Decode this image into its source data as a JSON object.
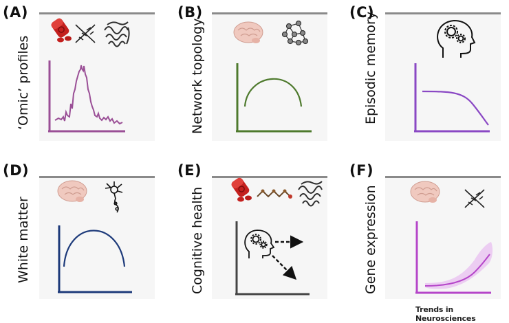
{
  "panels": [
    {
      "letter": "(A)",
      "ylabel": "‘Omic’ profiles",
      "color": "#9a4f96"
    },
    {
      "letter": "(B)",
      "ylabel": "Network topology",
      "color": "#4e7a2d"
    },
    {
      "letter": "(C)",
      "ylabel": "Episodic memory",
      "color": "#8a48c4"
    },
    {
      "letter": "(D)",
      "ylabel": "White matter",
      "color": "#1d3a7a"
    },
    {
      "letter": "(E)",
      "ylabel": "Cognitive health",
      "color": "#444444"
    },
    {
      "letter": "(F)",
      "ylabel": "Gene expression",
      "color": "#b546c9"
    }
  ],
  "footer": {
    "journal": "Trends in Neurosciences"
  },
  "icons": {
    "A": [
      "pills-icon",
      "dna-icon",
      "protein-icon"
    ],
    "B": [
      "brain-icon",
      "network-icon"
    ],
    "C": [
      "head-gears-icon"
    ],
    "D": [
      "brain-icon",
      "neuron-icon"
    ],
    "E": [
      "pills-icon",
      "molecule-icon",
      "protein-icon",
      "head-gears-icon",
      "dashed-arrow-icon"
    ],
    "F": [
      "brain-icon",
      "dna-icon"
    ]
  }
}
